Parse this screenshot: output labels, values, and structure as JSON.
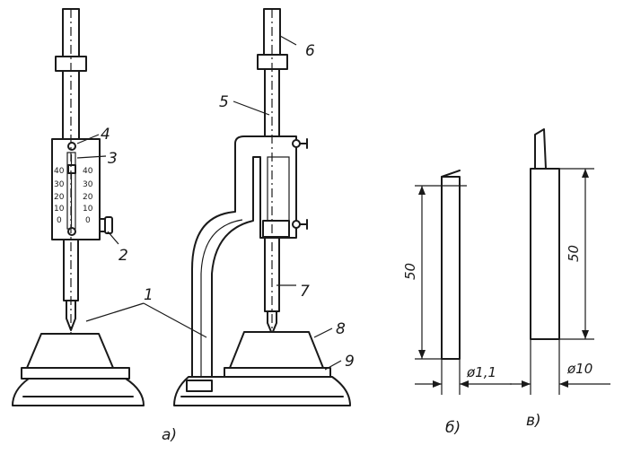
{
  "callouts": [
    "1",
    "2",
    "3",
    "4",
    "5",
    "6",
    "7",
    "8",
    "9"
  ],
  "scale_left": [
    "40",
    "30",
    "20",
    "10",
    "0"
  ],
  "scale_right": [
    "40",
    "30",
    "20",
    "10",
    "0"
  ],
  "dimensions": {
    "b_length": "50",
    "b_diameter": "ø1,1",
    "v_length": "50",
    "v_diameter": "ø10"
  },
  "panel_labels": {
    "a": "a)",
    "b": "б)",
    "v": "в)"
  }
}
